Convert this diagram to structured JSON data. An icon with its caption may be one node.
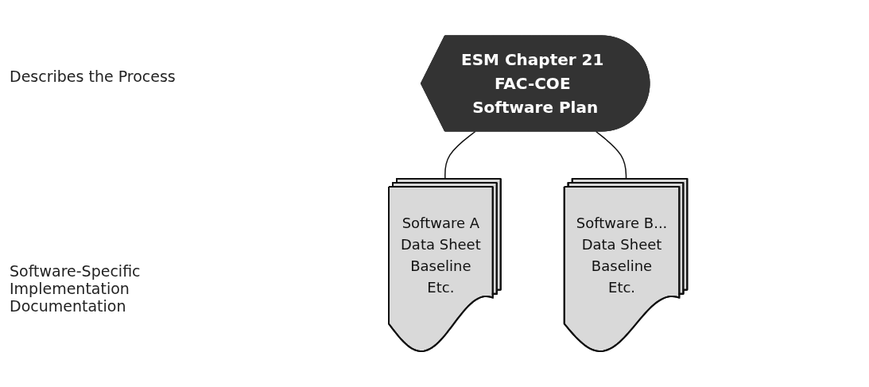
{
  "diagram": {
    "nodes": [
      {
        "text": [
          "ESM Chapter 21 FAC-COE Software Plan"
        ]
      },
      {
        "text": [
          "Software A",
          "Data Sheet",
          "Baseline",
          "Etc."
        ]
      },
      {
        "text": [
          "Software B...",
          "Data Sheet",
          "Baseline",
          "Etc."
        ]
      }
    ],
    "edges": [
      {
        "from": 0,
        "to": 1,
        "arrow": "none"
      },
      {
        "from": 0,
        "to": 2,
        "arrow": "none"
      }
    ],
    "labels": [
      "Describes the Process",
      "Software-Specific Implementation Documentation"
    ]
  }
}
